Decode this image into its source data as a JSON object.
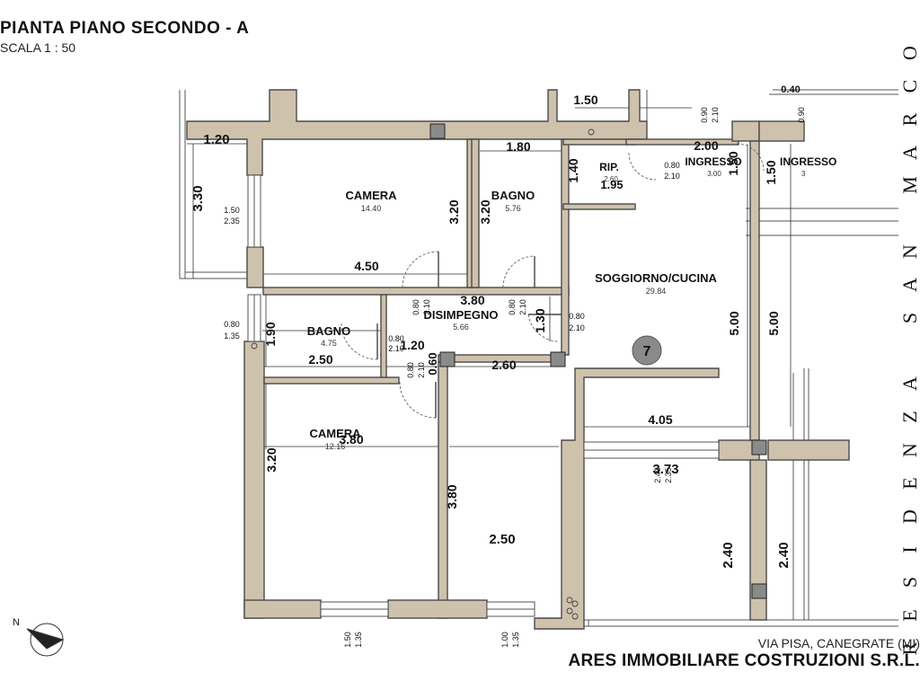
{
  "header": {
    "title": "PIANTA PIANO SECONDO - A",
    "scale": "SCALA 1 : 50"
  },
  "side_title": "RESIDENZA SAN MARCO",
  "footer": {
    "address": "VIA PISA, CANEGRATE (MI)",
    "company": "ARES IMMOBILIARE COSTRUZIONI S.R.L."
  },
  "compass": {
    "label": "N"
  },
  "unit_marker": {
    "label": "7"
  },
  "rooms": [
    {
      "name": "CAMERA",
      "area": "14.40"
    },
    {
      "name": "BAGNO",
      "area": "5.76"
    },
    {
      "name": "RIP.",
      "area": "2.60"
    },
    {
      "name": "INGRESSO",
      "area": "3.00"
    },
    {
      "name": "INGRESSO",
      "area": "3"
    },
    {
      "name": "SOGGIORNO/CUCINA",
      "area": "29.84"
    },
    {
      "name": "DISIMPEGNO",
      "area": "5.66"
    },
    {
      "name": "BAGNO",
      "area": "4.75"
    },
    {
      "name": "CAMERA",
      "area": "12.16"
    }
  ],
  "dimensions": [
    "1.50",
    "1.20",
    "1.80",
    "2.00",
    "4.50",
    "3.80",
    "2.50",
    "2.60",
    "4.05",
    "3.73",
    "3.80",
    "2.50",
    "3.30",
    "3.20",
    "3.20",
    "1.40",
    "1.50",
    "1.50",
    "1.90",
    "1.30",
    "5.00",
    "5.00",
    "3.80",
    "3.20",
    "2.40",
    "2.40",
    "1.20",
    "0.60",
    "1.95",
    "0.40"
  ],
  "openings": [
    "0.90",
    "2.10",
    "0.90",
    "1.50",
    "2.35",
    "0.80",
    "2.10",
    "0.80",
    "2.10",
    "0.80",
    "2.10",
    "0.80",
    "1.35",
    "0.80",
    "2.10",
    "0.80",
    "2.10",
    "0.80",
    "2.10",
    "2.40",
    "2.35",
    "1.50",
    "1.35",
    "1.00",
    "1.35"
  ],
  "colors": {
    "wall": "#cfc2ac",
    "wall_stroke": "#4a4a4a",
    "column": "#8a8a8a",
    "marker": "#8a8a8a"
  }
}
